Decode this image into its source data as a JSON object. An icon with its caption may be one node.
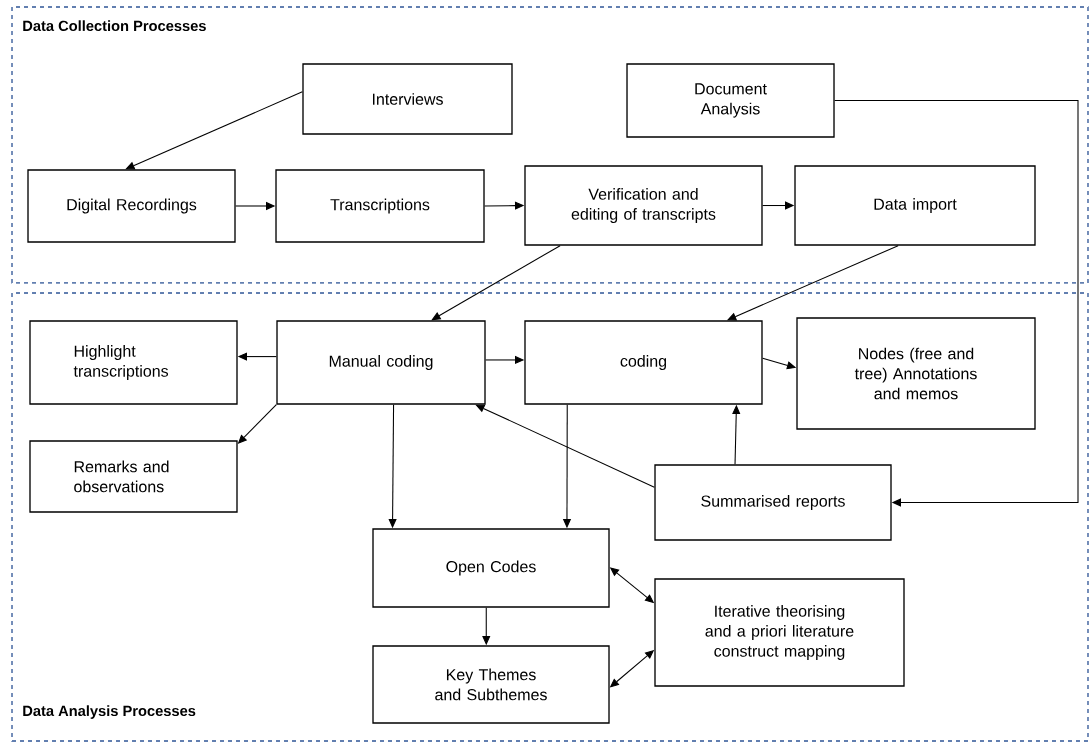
{
  "diagram": {
    "nodes": [
      {
        "text": [
          "Data Collection Processes"
        ]
      },
      {
        "text": [
          "Interviews"
        ],
        "in": 0
      },
      {
        "text": [
          "Document Analysis"
        ],
        "in": 0
      },
      {
        "text": [
          "Digital Recordings"
        ],
        "in": 0
      },
      {
        "text": [
          "Transcriptions"
        ],
        "in": 0
      },
      {
        "text": [
          "Verification and editing of transcripts"
        ],
        "in": 0
      },
      {
        "text": [
          "Data import"
        ],
        "in": 0
      },
      {
        "text": [
          "Data Analysis Processes"
        ]
      },
      {
        "text": [
          "Highlight transcriptions"
        ],
        "in": 7
      },
      {
        "text": [
          "Manual coding"
        ],
        "in": 7
      },
      {
        "text": [
          "coding"
        ],
        "in": 7
      },
      {
        "text": [
          "Nodes (free and tree) Annotations and memos"
        ],
        "in": 7
      },
      {
        "text": [
          "Remarks and observations"
        ],
        "in": 7
      },
      {
        "text": [
          "Summarised reports"
        ],
        "in": 7
      },
      {
        "text": [
          "Open Codes"
        ],
        "in": 7
      },
      {
        "text": [
          "Iterative theorising and a priori literature construct mapping"
        ],
        "in": 7
      },
      {
        "text": [
          "Key Themes and Subthemes"
        ],
        "in": 7
      }
    ],
    "edges": [
      {
        "from": 1,
        "to": 3,
        "arrow": "to"
      },
      {
        "from": 3,
        "to": 4,
        "arrow": "to"
      },
      {
        "from": 4,
        "to": 5,
        "arrow": "to"
      },
      {
        "from": 5,
        "to": 6,
        "arrow": "to"
      },
      {
        "from": 5,
        "to": 9,
        "arrow": "to"
      },
      {
        "from": 6,
        "to": 10,
        "arrow": "to"
      },
      {
        "from": 2,
        "to": 13,
        "arrow": "to"
      },
      {
        "from": 9,
        "to": 8,
        "arrow": "to"
      },
      {
        "from": 9,
        "to": 10,
        "arrow": "to"
      },
      {
        "from": 10,
        "to": 11,
        "arrow": "to"
      },
      {
        "from": 9,
        "to": 12,
        "arrow": "to"
      },
      {
        "from": 13,
        "to": 9,
        "arrow": "to"
      },
      {
        "from": 13,
        "to": 10,
        "arrow": "to"
      },
      {
        "from": 9,
        "to": 14,
        "arrow": "to"
      },
      {
        "from": 10,
        "to": 14,
        "arrow": "to"
      },
      {
        "from": 14,
        "to": 16,
        "arrow": "to"
      },
      {
        "from": 14,
        "to": 15,
        "arrow": "both"
      },
      {
        "from": 16,
        "to": 15,
        "arrow": "both"
      }
    ]
  }
}
